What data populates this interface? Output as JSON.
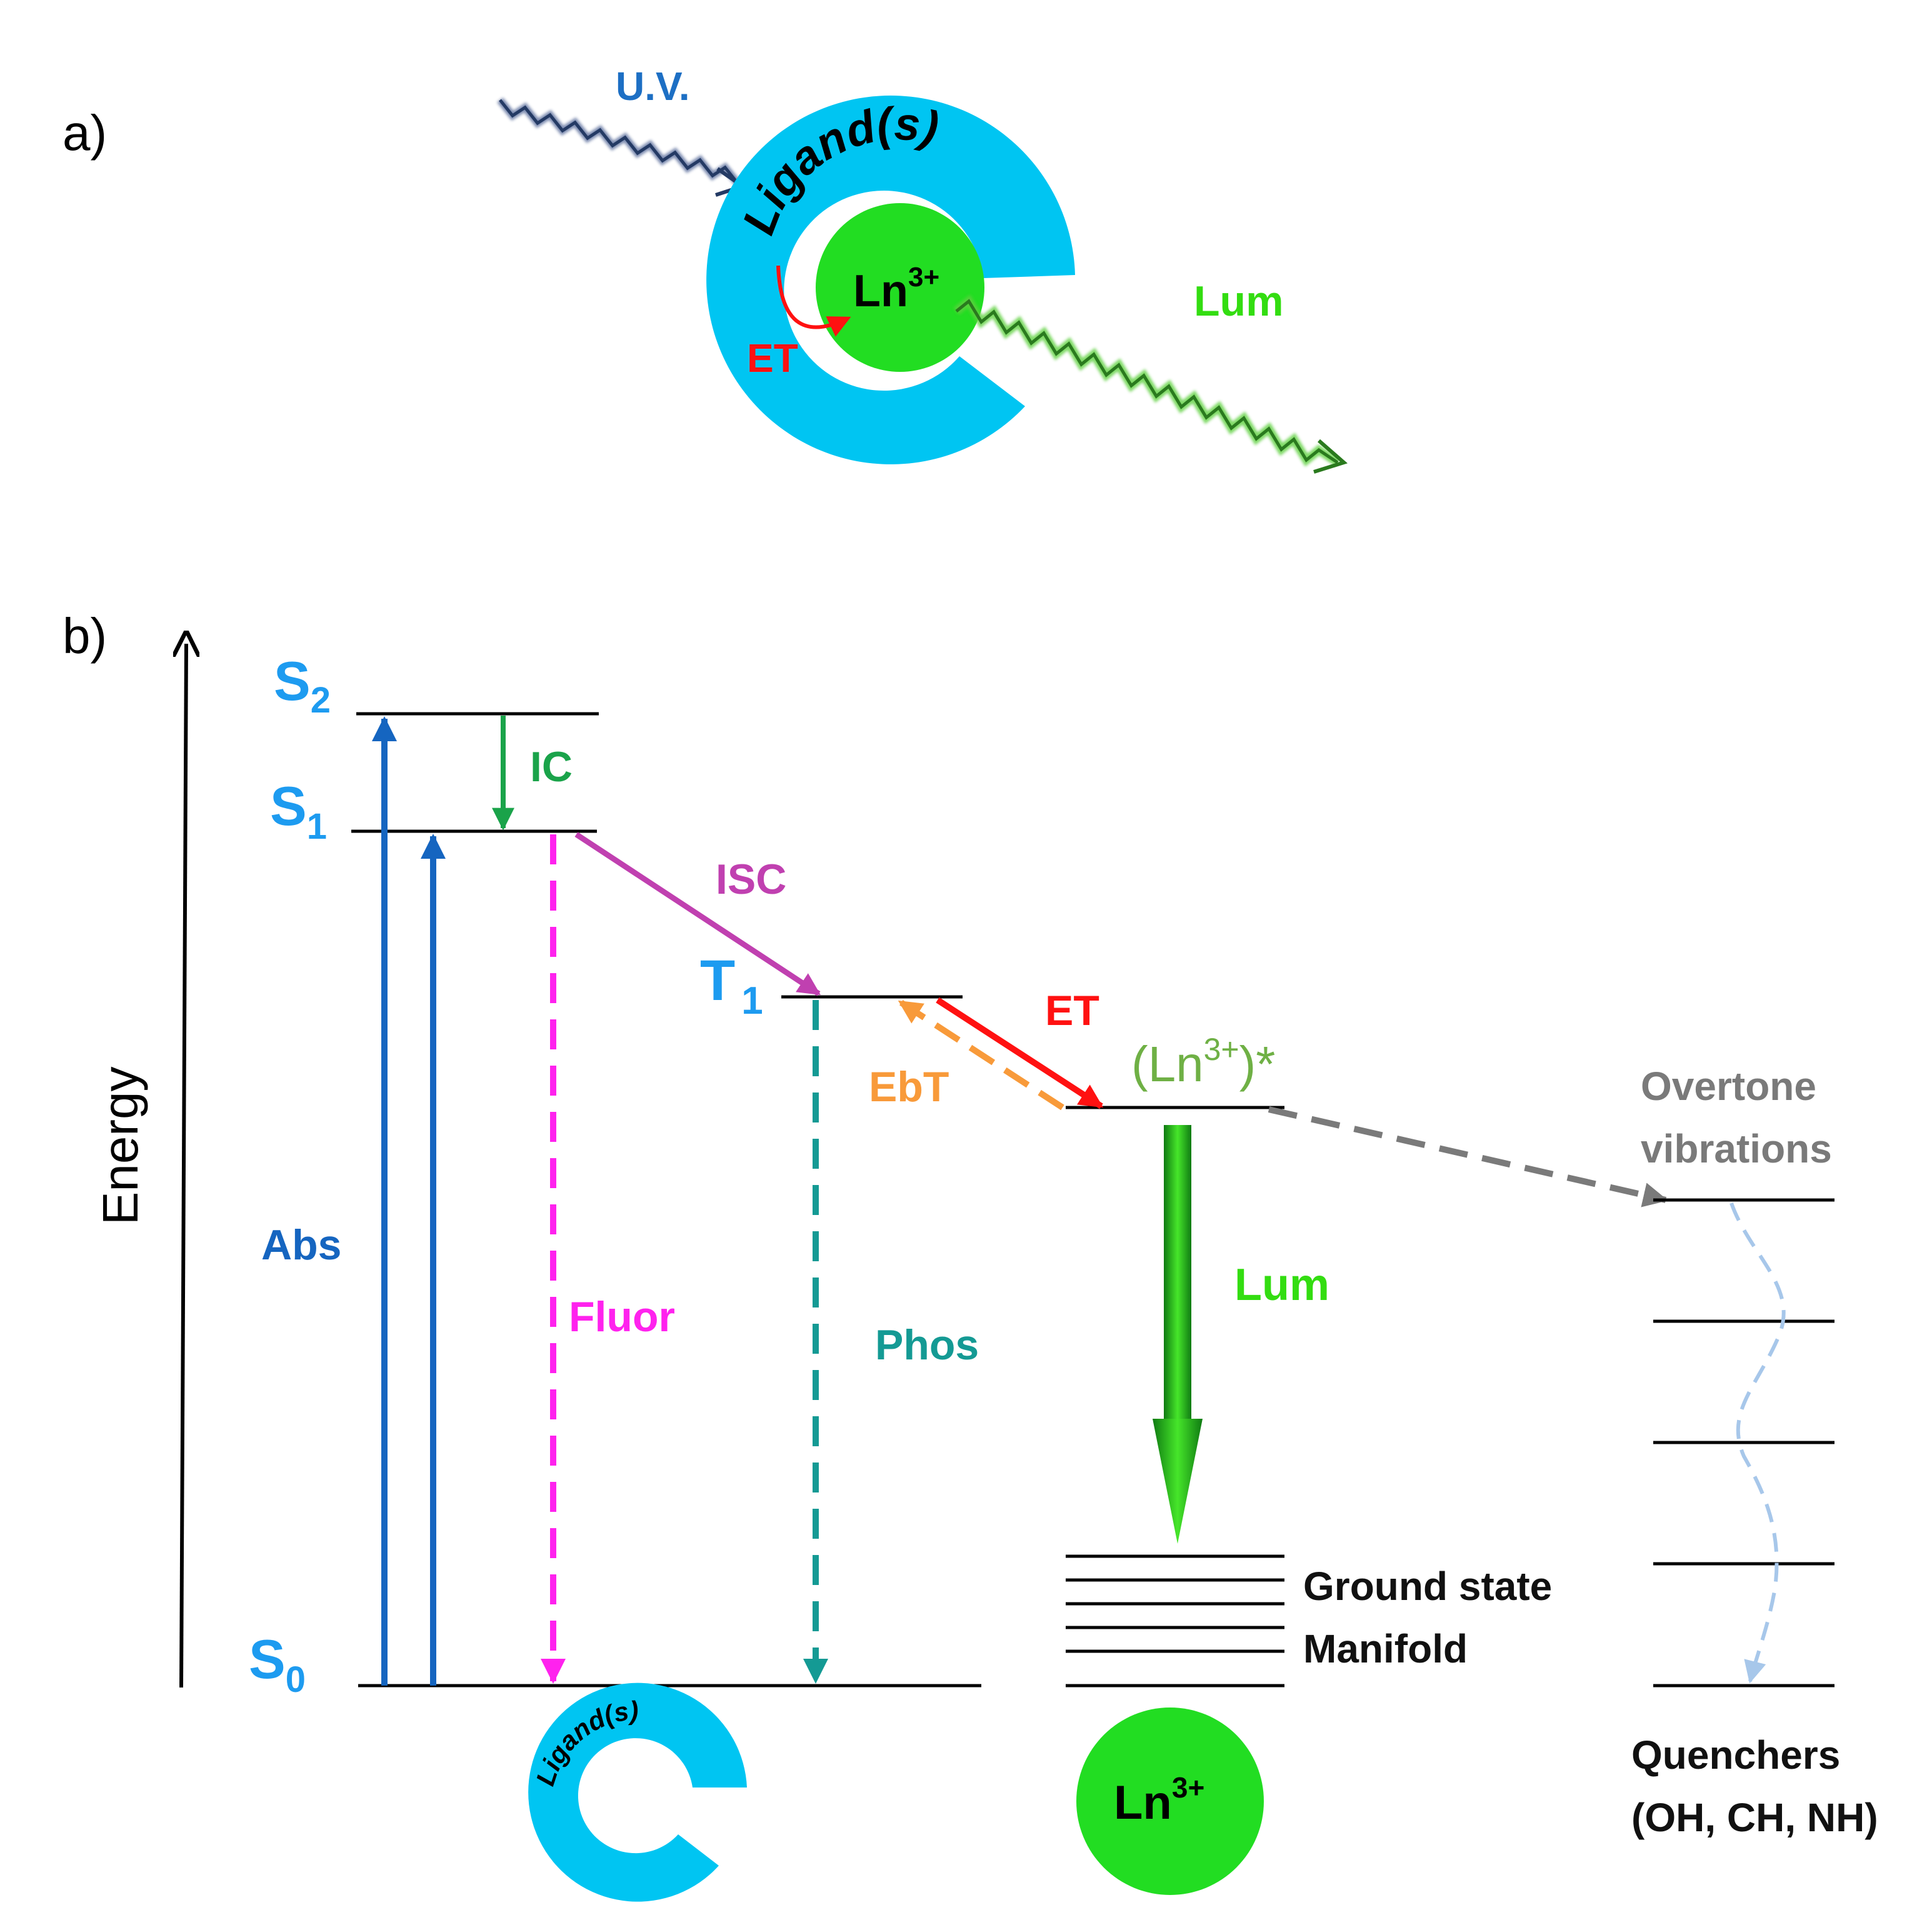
{
  "panel_a": {
    "label": "a)",
    "uv": "U.V.",
    "ligand": "Ligand(s)",
    "ion": "Ln",
    "ion_charge": "3+",
    "et": "ET",
    "lum": "Lum"
  },
  "panel_b": {
    "label": "b)",
    "axis_label": "Energy",
    "levels": {
      "s2": {
        "main": "S",
        "sub": "2"
      },
      "s1": {
        "main": "S",
        "sub": "1"
      },
      "t1": {
        "main": "T",
        "sub": "1"
      },
      "s0": {
        "main": "S",
        "sub": "0"
      }
    },
    "processes": {
      "ic": "IC",
      "isc": "ISC",
      "et": "ET",
      "ebt": "EbT",
      "abs": "Abs",
      "fluor": "Fluor",
      "phos": "Phos",
      "lum": "Lum"
    },
    "ln_excited": {
      "pre": "(Ln",
      "sup": "3+",
      "post": ")*"
    },
    "overtone": {
      "line1": "Overtone",
      "line2": "vibrations"
    },
    "ground_state": {
      "line1": "Ground state",
      "line2": "Manifold"
    },
    "quenchers": {
      "line1": "Quenchers",
      "line2": "(OH, CH, NH)"
    },
    "ligand_icon": "Ligand(s)",
    "ion_icon": {
      "main": "Ln",
      "sup": "3+"
    }
  },
  "colors": {
    "ligand_cyan": "#00c5f2",
    "ion_green": "#22dd22",
    "level_blue": "#1d9bf0",
    "abs_blue": "#1565c0",
    "ic_green": "#1aa34a",
    "isc_purple": "#c040b0",
    "fluor_magenta": "#ff22ee",
    "phos_teal": "#149a94",
    "et_red": "#ff1111",
    "ebt_orange": "#f89a3a",
    "lum_green": "#33dd11",
    "grey": "#7a7a7a",
    "quench_blue": "#a7c7ea"
  }
}
